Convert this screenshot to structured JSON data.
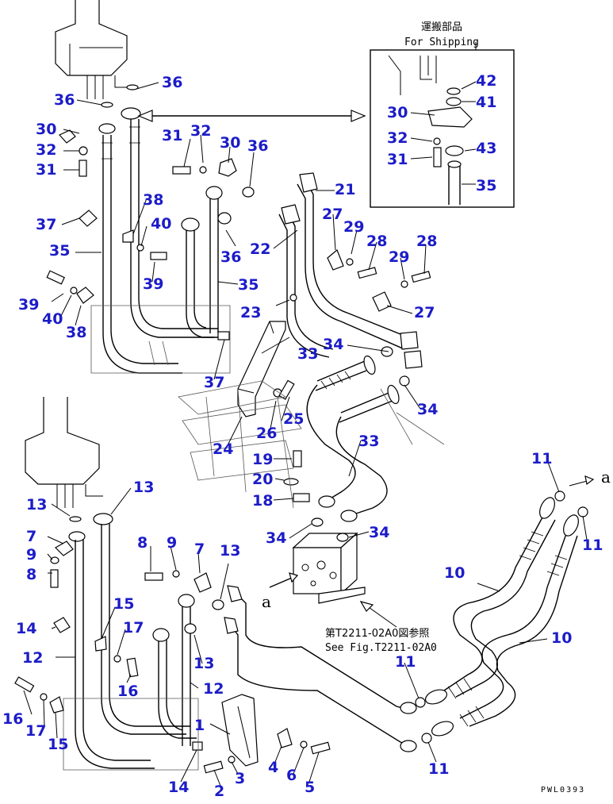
{
  "shipping_box": {
    "title_jp": "運搬部品",
    "title_en": "For Shipping"
  },
  "reference": {
    "jp": "第T2211-02A0図参照",
    "en": "See Fig.T2211-02A0"
  },
  "marker": "a",
  "drawing_code": "PWL0393",
  "callouts": [
    "1",
    "2",
    "3",
    "4",
    "5",
    "6",
    "7",
    "8",
    "9",
    "10",
    "11",
    "12",
    "13",
    "14",
    "15",
    "16",
    "17",
    "18",
    "19",
    "20",
    "21",
    "22",
    "23",
    "24",
    "25",
    "26",
    "27",
    "28",
    "29",
    "30",
    "31",
    "32",
    "33",
    "34",
    "35",
    "36",
    "37",
    "38",
    "39",
    "40",
    "41",
    "42",
    "43"
  ],
  "colors": {
    "callout": "#1c1cc8",
    "line": "#000000",
    "background": "#ffffff"
  }
}
